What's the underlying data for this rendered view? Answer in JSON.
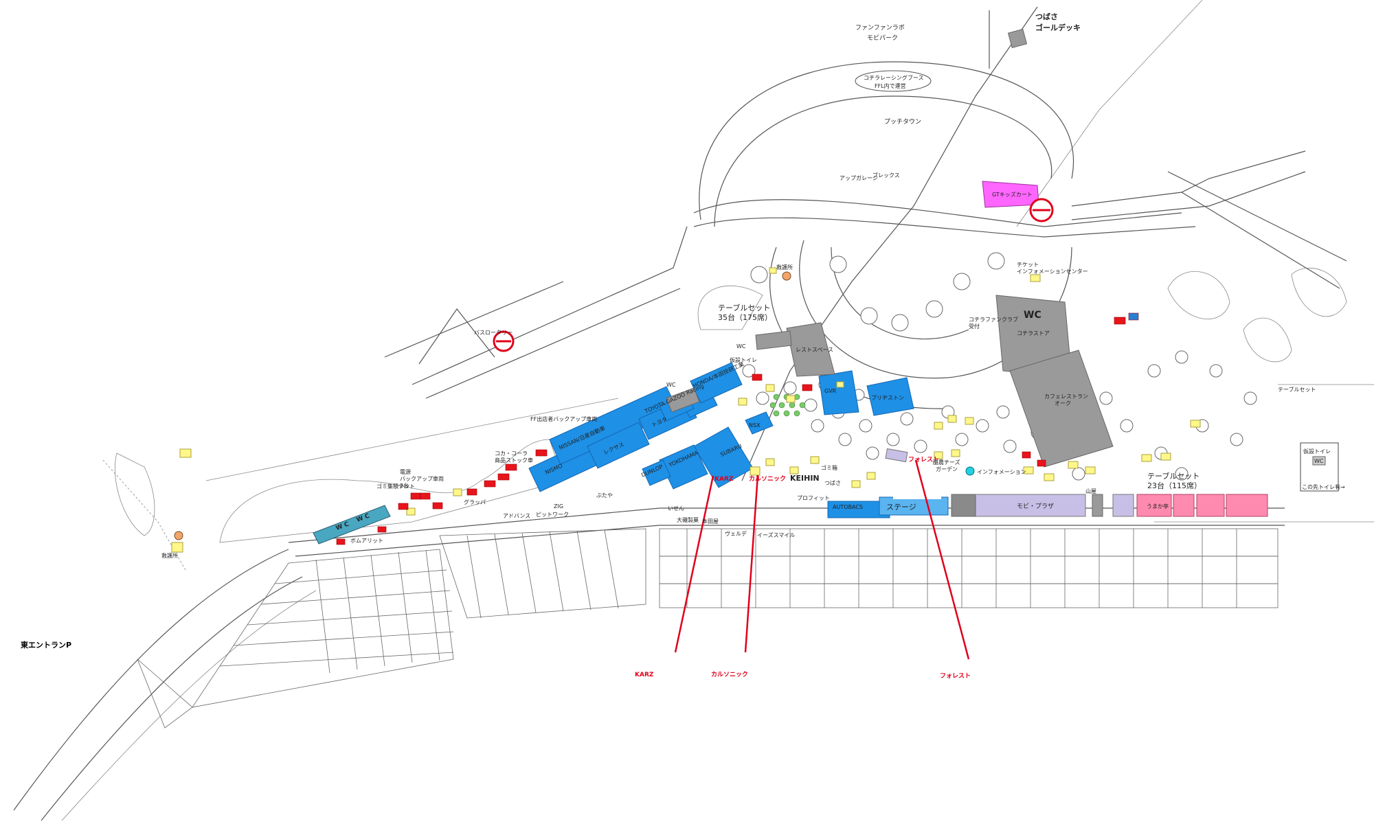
{
  "map": {
    "title": "東エントランP",
    "areas": {
      "fanfan_labo": "ファンファンラボ",
      "mobi_park": "モビパーク",
      "tsubasa_gold_deck_1": "つばさ",
      "tsubasa_gold_deck_2": "ゴールデッキ",
      "kochira_racing_1": "コチラレーシングブース",
      "kochira_racing_2": "FFL内で運営",
      "pucchi_town": "プッチタウン",
      "gt_kids_cart": "GTキッズカート",
      "bus_rotary": "バスロータリー",
      "table_set_35": "テーブルセット",
      "table_set_35_count": "35台（175席）",
      "table_set_23": "テーブルセット",
      "table_set_23_count": "23台（115席）",
      "rest_space": "レストスペース",
      "ticket_info": "チケット",
      "ticket_info2": "インフォメーションセンター",
      "fan_club": "コチラファンクラブ",
      "fan_club2": "受付",
      "kochira_store": "コチラストア",
      "cafe_restaurant": "カフェレストラン",
      "cafe_restaurant2": "オーク",
      "wc_big": "WC",
      "stage": "ステージ",
      "autobacs": "AUTOBACS",
      "mobi_plaza": "モビ・プラザ",
      "sub_gate": "つばさ",
      "cheese_garden": "酪農チーズ",
      "cheese_garden2": "ガーデン",
      "information": "インフォメーション",
      "keihin": "KEIHIN",
      "oshiri_tent": "仮設トイレ",
      "wc_box": "WC",
      "this_toilet": "この先トイレ有→"
    },
    "booths": [
      "NISMO",
      "NISSAN/日産自動車",
      "トヨタ",
      "レクサス",
      "TOYOTA GAZOO Racing",
      "HONDA/本田技研工業",
      "SUBARU",
      "YOKOHAMA",
      "DUNLOP",
      "NSX",
      "GVR",
      "ブリヂストン"
    ],
    "shops": [
      "アップガレージ",
      "ブレックス",
      "アドバンス",
      "グラッパ",
      "ピットワーク",
      "ZIG",
      "イーズスマイル",
      "プロフィット",
      "大磯製菓",
      "ヴェルデ",
      "ボムアリット",
      "いせん",
      "本田屋",
      "ぶたや",
      "うまか亭",
      "山屋"
    ],
    "annotations": {
      "karz": "KARZ",
      "carsonic": "カルソニック",
      "forest": "フォレスト"
    },
    "small_labels": {
      "bank": "救護所",
      "wc_a": "WC",
      "wc_b": "WC",
      "ticket_tent": "ゴミ集積テント",
      "ffl_tent": "FF出店者バックアップ車両",
      "cola": "コカ・コーラ",
      "cola2": "商品ストック車",
      "power_car": "電源",
      "power_car2": "バックアップ車両",
      "power_car3": "2台",
      "garbage": "ゴミ箱",
      "table_label": "テーブルセット",
      "kyugo": "救護所",
      "toilet_temp": "仮設トイレ"
    },
    "colors": {
      "blue_booth": "#1e90e6",
      "gray_building": "#9a9a9a",
      "lavender": "#c8bfe6",
      "pink": "#ff8ab0",
      "magenta": "#ff66ff",
      "tent_yellow": "#fff78a",
      "truck_red": "#e8141c",
      "callout_red": "#e0001a"
    }
  }
}
